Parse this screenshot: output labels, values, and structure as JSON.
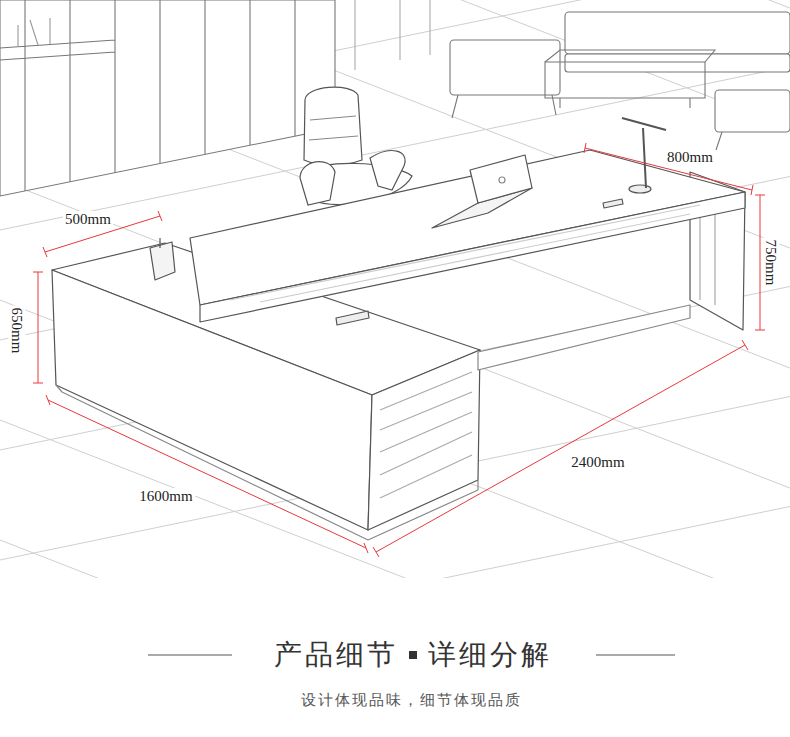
{
  "diagram": {
    "title": "产品细节",
    "caption": "设计体现品味，细节体现品质",
    "labels": [
      "500mm",
      "650mm",
      "1600mm",
      "2400mm",
      "800mm",
      "750mm",
      "详细分解"
    ]
  }
}
